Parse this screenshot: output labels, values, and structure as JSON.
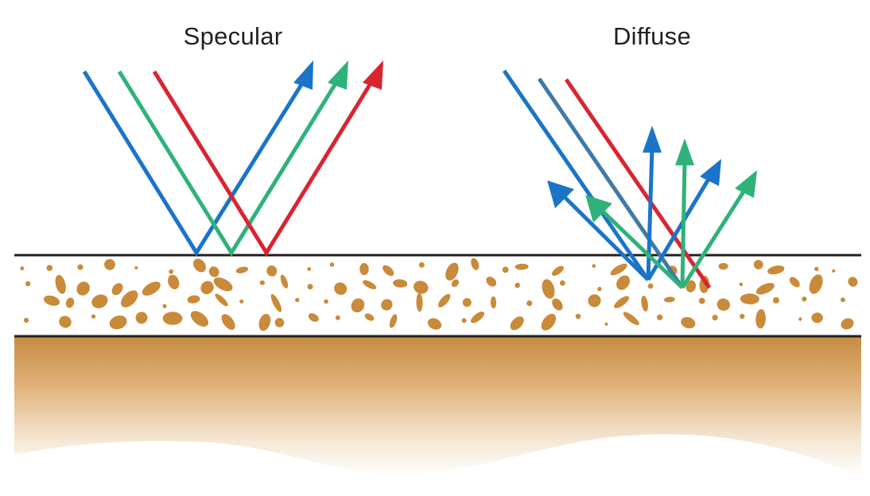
{
  "labels": {
    "specular": "Specular",
    "diffuse": "Diffuse"
  },
  "colors": {
    "blue": "#1a75c8",
    "green": "#2fb27a",
    "red": "#d92432",
    "steel_blue": "#3f7aa6",
    "particle": "#c98a3a",
    "substrate_top": "#c88c42",
    "boundary_line": "#231f20"
  },
  "panels": [
    {
      "id": "specular",
      "rays": [
        "blue",
        "green",
        "red"
      ]
    },
    {
      "id": "diffuse",
      "rays": [
        "blue",
        "steel_blue",
        "red"
      ],
      "scattered": [
        "blue",
        "green",
        "blue",
        "green",
        "blue",
        "green"
      ]
    }
  ]
}
